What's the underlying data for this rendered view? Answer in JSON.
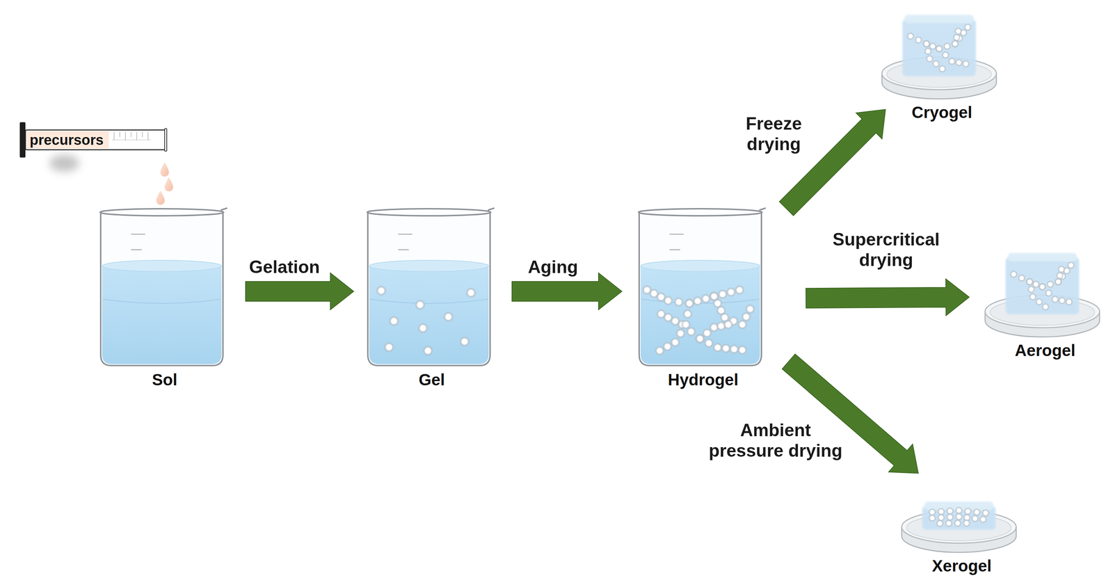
{
  "diagram": {
    "nodes": [
      {
        "text": [
          "precursors"
        ]
      },
      {
        "text": [
          "Sol"
        ]
      },
      {
        "text": [
          "Gel"
        ]
      },
      {
        "text": [
          "Hydrogel"
        ]
      },
      {
        "text": [
          "Cryogel"
        ]
      },
      {
        "text": [
          "Aerogel"
        ]
      },
      {
        "text": [
          "Xerogel"
        ]
      }
    ],
    "edges": [
      {
        "from": 1,
        "to": 2,
        "label": "Gelation",
        "arrow": "to"
      },
      {
        "from": 2,
        "to": 3,
        "label": "Aging",
        "arrow": "to"
      },
      {
        "from": 3,
        "to": 4,
        "label": "Freeze drying",
        "arrow": "to"
      },
      {
        "from": 3,
        "to": 5,
        "label": "Supercritical drying",
        "arrow": "to"
      },
      {
        "from": 3,
        "to": 6,
        "label": "Ambient pressure drying",
        "arrow": "to"
      }
    ]
  }
}
